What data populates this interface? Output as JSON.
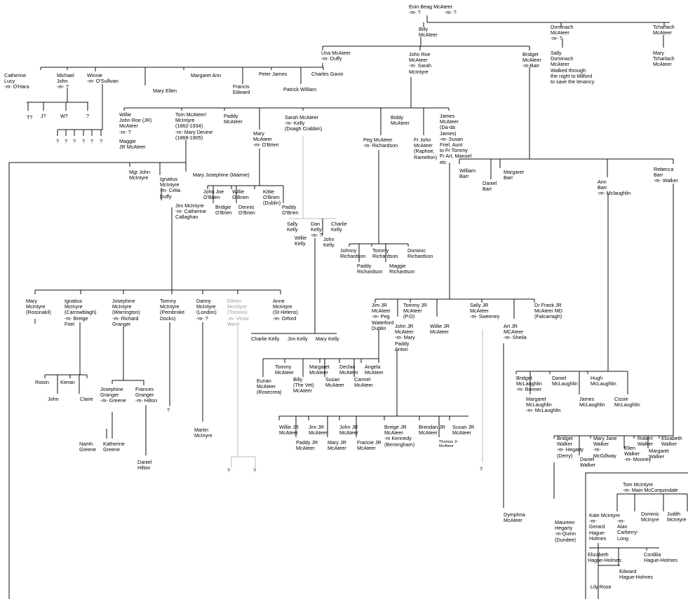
{
  "people": {
    "eoin": "Eoin Beag McAteer\n-m- ?",
    "eoin_m": "-m- ?",
    "billy": "Billy\nMcAteer",
    "dominach": "Dominach\nMcAteer\n-m- ?",
    "dominach_son": "Sally\nDominach\nMcAteer\nWalked through\nthe night to Milford\nto save the tenancy",
    "tcharlach": "Tcharlach\nMcAteer",
    "mary_tcharlach": "Mary\nTcharlach\nMcAteer",
    "una": "Una McAteer\n-m- Duffy",
    "john_roe": "John Roe\nMcAteer\n-m- Sarah\nMcIntyre",
    "bridget_barr": "Bridget\nMcAteer\n-m-Barr",
    "catherine": "Catherine\nLucy\n-m- O'Hara",
    "michael": "Michael\nJohn\n-m- ?",
    "winnie": "Winnie\n-m- O'Sullivan",
    "mary_ellen": "Mary Ellen",
    "margaret_ann": "Margaret Ann",
    "francis_edward": "Francis\nEdward",
    "peter_james": "Peter James",
    "patrick_william": "Patrick William",
    "charles_gavin": "Charles Gavin",
    "t_q": "T?",
    "j_q": "J?",
    "w_q": "W?",
    "q1": "?",
    "qs": "?",
    "willie_jr": "Willie\nJohn Roe (JR)\nMcAteer\n-m- ?",
    "maggie_jr": "Maggie\nJR McAteer",
    "tom_mcateer": "Tom McAteer/\nMcIntyre\n(1862-1934)\n-m- Mary Devine\n(1868-1905)",
    "paddy": "Paddy\nMcAteer",
    "mary_obrien": "Mary\nMcAteer\n-m- O'Brien",
    "sarah_kelly": "Sarah McAteer\n-m- Kelly\n(Doagh Crabbin)",
    "biddy": "Biddy\nMcAteer",
    "peg_richardson": "Peg McAteer\n-m- Richardson",
    "fr_john": "Fr John\nMcAteer\n(Raphoe,\nRamelton)",
    "james_dada": "James\nMcAteer\n(Da-da\nJames)\n-m- Susan\nFriel, Aunt\nto Fr Tommy\nFr Art, Manuel\netc",
    "mgr_john": "Mgr John\nMcIntyre",
    "ignatius_celia": "Ignatius\nMcIntyre\n-m- Celia\nDuffy",
    "mary_josephine": "Mary Josephine (Maimie)",
    "jim_mcintyre": "Jim McIntyre\n-m- Catherine\nCallaghan",
    "john_joe": "John Joe\nO'Brien",
    "bridgie": "Bridgie\nO'Brien",
    "willie_obrien": "Willie\nO'Brien",
    "dennis": "Dennis\nO'Brien",
    "kittie": "Kittie\nO'Brien\n(Dublin)",
    "paddy_obrien": "Paddy\nO'Brien",
    "sally_kelly": "Sally\nKelly",
    "dan_kelly": "Dan\nKelly\n-m- ?",
    "charlie_kelly_top": "Charlie\nKelly",
    "willie_kelly": "Willie\nKelly",
    "john_kelly": "John\nKelly",
    "johnny_rich": "Johnny\nRichardson",
    "tommy_rich": "Tommy\nRichardson",
    "dominic_rich": "Dominic\nRichardson",
    "paddy_rich": "Paddy\nRichardson",
    "maggie_rich": "Maggie\nRichardson",
    "william_barr": "William\nBarr",
    "daniel_barr": "Daniel\nBarr",
    "margaret_barr": "Margaret\nBarr",
    "ann_barr": "Ann\nBarr\n-m- Mclaughlin",
    "rebecca_barr": "Rebecca\nBarr\n-m- Walker",
    "mary_rossnakil": "Mary\nMcIntyre\n(Rossnakil)",
    "ignatius_breige": "Ignatius\nMcInyre\n(Carrowblagh)\n-m- Breige\nFriel",
    "josephine_granger": "Josephine\nMcIntyre\n(Warrington)\n-m- Richard\nGranger",
    "tommy_pembroke": "Tommy\nMcIntyre\n(Pembroke\nDocks)",
    "danny_london": "Danny\nMcIntyre\n(London)\n-m- ?",
    "eileen_toronto": "Eileen\nMcIntyre\n(Toronto)\n-m- Victor\nWard",
    "anne_orford": "Anne\nMcIntyre\n(St Helens)\n-m- Orford",
    "charlie_kelly": "Charlie Kelly",
    "jim_kelly": "Jim Kelly",
    "mary_kelly": "Mary Kelly",
    "jim_jr_peg": "Jim JR\nMcAteer\n-m- Peg\nWaterford\nDublin",
    "tommy_jr_po": "Tommy JR\nMcAteer\n(P.O)",
    "john_jr_mary": "John JR\nMcAteer\n-m- Mary\nPaddy\nAnton",
    "willie_jr2": "Willie JR\nMcAteer",
    "sally_jr": "Sally JR\nMcAteer\n-m- Sweeney",
    "dr_frank": "Dr Frank JR\nMcAteer MD\n(Falcarragh)",
    "art_jr": "Art JR\nMCAteer\n-m- Sheila",
    "roisin": "Roisin",
    "kieran": "Kieran",
    "john_m": "John",
    "claire": "Claire",
    "josephine_greene": "Josephine\nGranger\n-m- Greene",
    "frances_hilton": "Frances\nGranger\n-m- Hilton",
    "namh": "Namh\nGreene",
    "katherine_greene": "Katherine\nGreene",
    "daniel_hilton": "Daniel\nHilton",
    "martin": "Martin\nMcInyre",
    "tommy_mca": "Tommy\nMcAteer",
    "eunan": "Eunan\nMcAteer\n(Rosecrea)",
    "billy_vet": "Billy\n(The Vet)\nMcAteer",
    "margaret_mca": "Margaret\nMcAteer",
    "susan_mca": "Susan\nMcAteer",
    "declan": "Declan\nMcAteer",
    "carmel": "Carmel\nMcAteer",
    "angela": "Angela\nMcAteer",
    "bridget_bonner": "Bridget\nMcLaughlin\n-m- Bonner",
    "daniel_mcl": "Daniel\nMcLaughlin",
    "hugh_mcl": "Hugh\nMcLaughlin",
    "margaret_mcl": "Margaret\nMcLaughlin\n-m- McLaughlin",
    "james_mcl": "James\nMcLaughlin",
    "cissie": "Cissie\nMcLaughlin",
    "willie_jr3": "Willie JR\nMcAteer",
    "jim_jr2": "Jim JR\nMcAteer",
    "john_jr2": "John JR\nMcAteer",
    "breige_jr": "Breige JR\nMcAteer\n-m Kennedy\n(Birmingham)",
    "brendan_jr": "Brendan JR\nMcAteer",
    "susan_jr": "Susan JR\nMcAteer",
    "paddy_jr": "Paddy JR\nMcAteer",
    "mary_jr": "Mary JR\nMcAteer",
    "francie_jr": "Francie JR\nMcAteer",
    "thomas_jr": "Thomas Jr\nMcAteer",
    "bridget_walker": "Bridget\nWalker\n-m- Hegarty\n(Derry)",
    "daniel_walker": "Daniel\nWalker",
    "mary_jane": "Mary Jane\nWalker\n-m-\nMcGillway",
    "ellen_walker": "Ellen\nWalker\n-m- Mooney",
    "robert_walker": "Robert\nWalker",
    "margaret_walker": "Margaret\nWalker",
    "elizabeth_walker": "Elizabeth\nWalker",
    "dymphna": "Dymphna\nMcAteer",
    "maureen": "Maureen\nHegarty\n-m-Quinn\n(Dundee)",
    "tom_mcintyre_mairi": "Tom McIntyre\n-m- Mairi McCorquindale",
    "kate": "Kate Mcintyre\n-m-\nGerard\nHague-\nHolmes",
    "alan_m": "-m-\nAlan\nCarberry-\nLong",
    "dominic_mc": "Dominic\nMcInyre",
    "judith": "Judith\nMcIntyre",
    "elizabeth_hh": "Elizabeth\nHague-Holmes",
    "edward_hh": "Edward\nHague-Holmes",
    "cordilia_hh": "Cordilia\nHague-Holmes",
    "lily_rose": "Lily Rose"
  }
}
